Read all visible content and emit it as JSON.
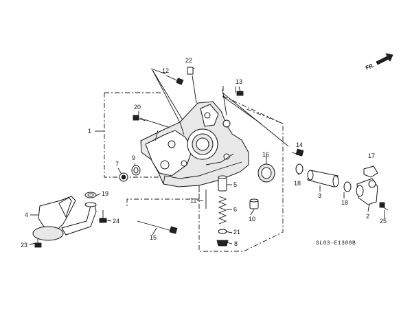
{
  "diagram": {
    "code": "SL03-E1300B",
    "direction_label": "FR.",
    "callouts": {
      "c1": "1",
      "c2": "2",
      "c3": "3",
      "c4": "4",
      "c5": "5",
      "c6": "6",
      "c7": "7",
      "c8": "8",
      "c9": "9",
      "c10": "10",
      "c11": "11",
      "c12": "12",
      "c13": "13",
      "c14": "14",
      "c15": "15",
      "c16": "16",
      "c17": "17",
      "c18a": "18",
      "c18b": "18",
      "c19": "19",
      "c20": "20",
      "c21": "21",
      "c22": "22",
      "c23": "23",
      "c24": "24",
      "c25": "25"
    }
  }
}
